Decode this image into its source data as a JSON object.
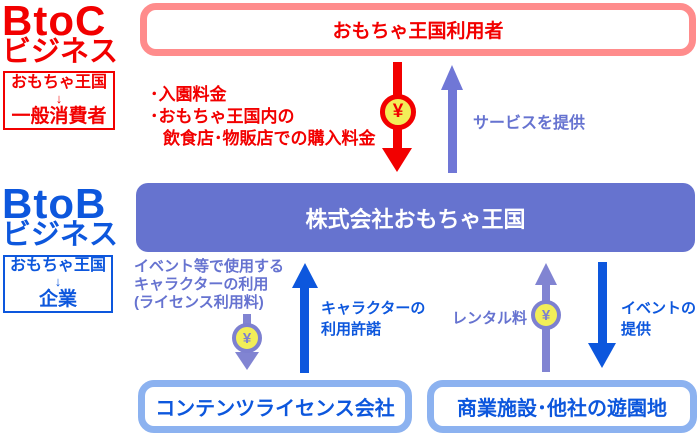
{
  "btoc": {
    "title": "BtoC",
    "subtitle": "ビジネス",
    "flow": {
      "from": "おもちゃ王国",
      "arrow": "↓",
      "to": "一般消費者"
    },
    "user_box": "おもちゃ王国利用者",
    "payment_lines": [
      "･入園料金",
      "･おもちゃ王国内の",
      "飲食店･物販店での購入料金"
    ],
    "service_label": "サービスを提供"
  },
  "company": "株式会社おもちゃ王国",
  "btob": {
    "title": "BtoB",
    "subtitle": "ビジネス",
    "flow": {
      "from": "おもちゃ王国",
      "arrow": "↓",
      "to": "企業"
    },
    "license_fee_lines": [
      "イベント等で使用する",
      "キャラクターの利用",
      "(ライセンス利用料)"
    ],
    "license_grant_lines": [
      "キャラクターの",
      "利用許諾"
    ],
    "rental_label": "レンタル料",
    "event_lines": [
      "イベントの",
      "提供"
    ],
    "license_company_box": "コンテンツライセンス会社",
    "facility_box": "商業施設･他社の遊園地"
  },
  "yen_symbol": "¥",
  "colors": {
    "red": "#f20000",
    "pink_border": "#ff8c8c",
    "purple_box": "#6673cf",
    "purple_text": "#6673d0",
    "purple_arrow_top": "#7077d6",
    "purple_arrow_bottom": "#8184d2",
    "blue": "#0d57dd",
    "light_blue_border": "#8cb2f0",
    "coin_yellow": "#f2ee58",
    "coin_ring_purple": "#7d80d0"
  }
}
